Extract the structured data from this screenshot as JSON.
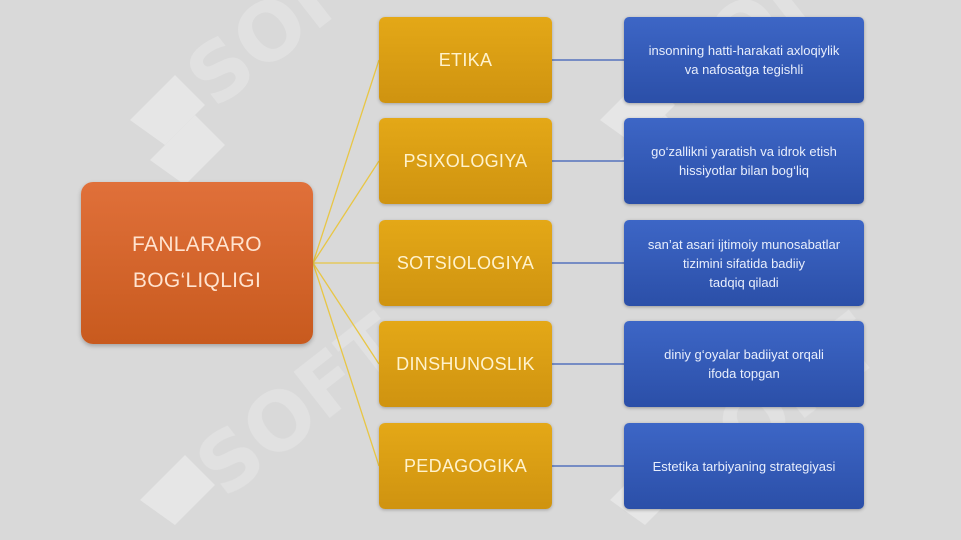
{
  "diagram": {
    "root": {
      "label": "FANLARARO\nBOG‘LIQLIGI",
      "color": "#d4642a"
    },
    "branches": [
      {
        "name": "ETIKA",
        "description": "insonning hatti-harakati axloqiylik\nva nafosatga tegishli"
      },
      {
        "name": "PSIXOLOGIYA",
        "description": "go‘zallikni yaratish va idrok etish\nhissiyotlar bilan bog‘liq"
      },
      {
        "name": "SOTSIOLOGIYA",
        "description": "san’at asari ijtimoiy munosabatlar\ntizimini sifatida badiiy\ntadqiq qiladi"
      },
      {
        "name": "DINSHUNOSLIK",
        "description": "diniy g‘oyalar badiiyat orqali\nifoda topgan"
      },
      {
        "name": "PEDAGOGIKA",
        "description": "Estetika tarbiyaning  strategiyasi"
      }
    ],
    "colors": {
      "background": "#d9d9d9",
      "branch_box": "#dba015",
      "description_box": "#3459b6",
      "branch_connector": "#e8c645",
      "description_connector": "#3b5fb8"
    }
  }
}
